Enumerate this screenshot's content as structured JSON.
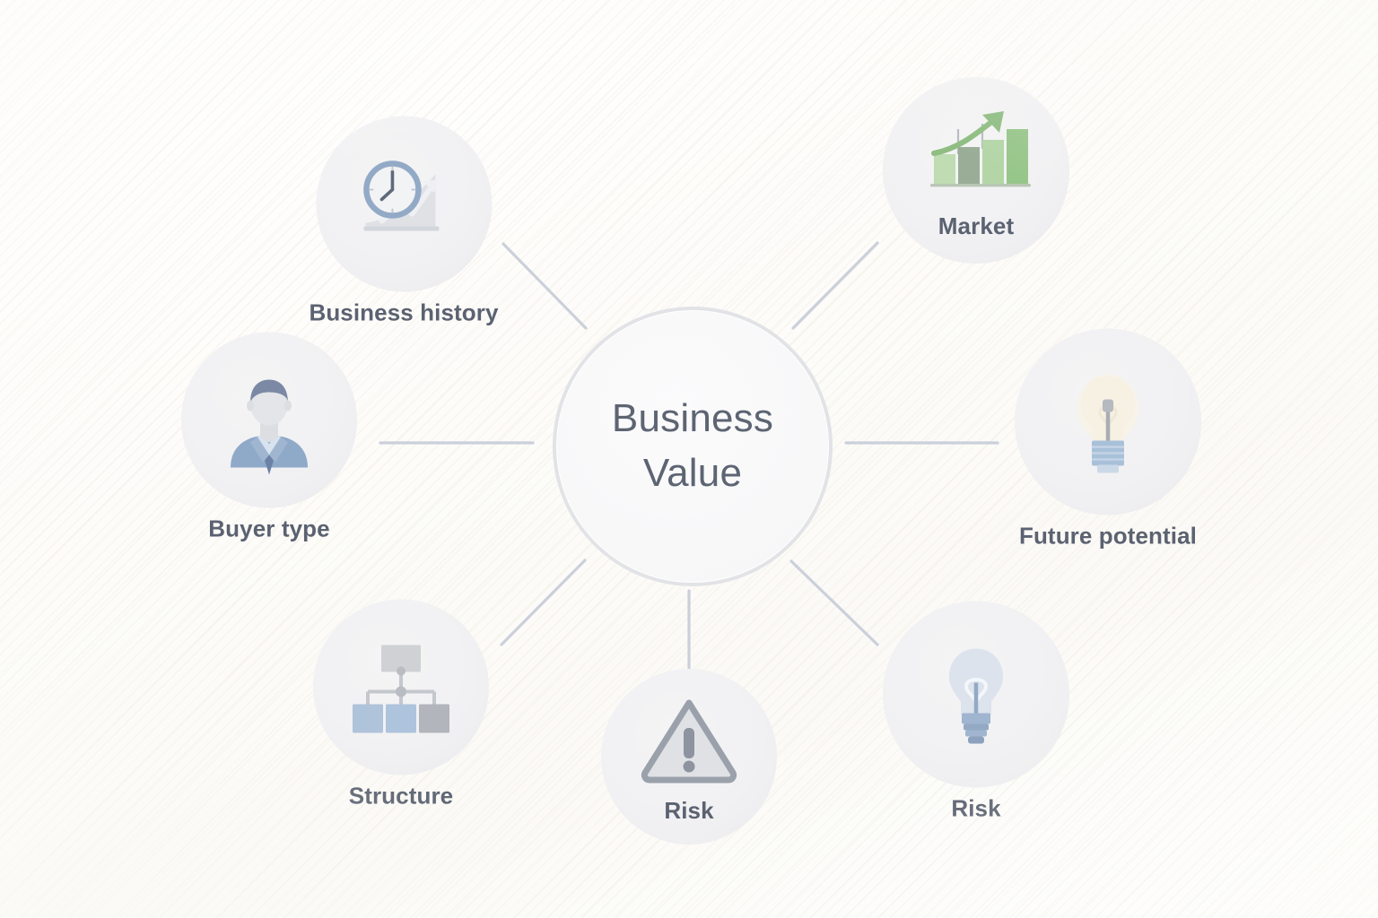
{
  "diagram": {
    "type": "hub-and-spoke",
    "title": "Business Value",
    "background_color": "#fdfdfb",
    "accent_colors": {
      "label_text": "#5b6271",
      "hub_text": "#5d6472",
      "hub_ring": "#e2e3e6",
      "bubble_fill": "#f1f1f3",
      "connector": "#c7ccd8",
      "green_icon": "#8fbd82",
      "blue_icon": "#8fa9c9"
    },
    "center": {
      "label_line1": "Business",
      "label_line2": "Value",
      "full_label": "Business Value"
    },
    "nodes": [
      {
        "id": "business-history",
        "label": "Business history",
        "icon": "clock-growth-chart-icon",
        "label_placement": "below",
        "position": "top-left"
      },
      {
        "id": "market",
        "label": "Market",
        "icon": "bar-chart-up-arrow-icon",
        "label_placement": "inside",
        "position": "top-right"
      },
      {
        "id": "buyer-type",
        "label": "Buyer type",
        "icon": "businessman-avatar-icon",
        "label_placement": "below",
        "position": "left"
      },
      {
        "id": "future-potential",
        "label": "Future potential",
        "icon": "lightbulb-icon",
        "label_placement": "below",
        "position": "right"
      },
      {
        "id": "structure",
        "label": "Structure",
        "icon": "org-chart-hierarchy-icon",
        "label_placement": "below",
        "position": "bottom-left"
      },
      {
        "id": "risk-center",
        "label": "Risk",
        "icon": "warning-triangle-icon",
        "label_placement": "inside",
        "position": "bottom-center"
      },
      {
        "id": "risk-right",
        "label": "Risk",
        "icon": "lightbulb-blue-icon",
        "label_placement": "below",
        "position": "bottom-right"
      }
    ],
    "connectors": [
      {
        "from": "center",
        "to": "business-history",
        "style": "diagonal"
      },
      {
        "from": "center",
        "to": "market",
        "style": "diagonal"
      },
      {
        "from": "center",
        "to": "buyer-type",
        "style": "horizontal"
      },
      {
        "from": "center",
        "to": "future-potential",
        "style": "horizontal"
      },
      {
        "from": "center",
        "to": "structure",
        "style": "diagonal"
      },
      {
        "from": "center",
        "to": "risk-center",
        "style": "vertical"
      },
      {
        "from": "center",
        "to": "risk-right",
        "style": "diagonal"
      }
    ]
  }
}
